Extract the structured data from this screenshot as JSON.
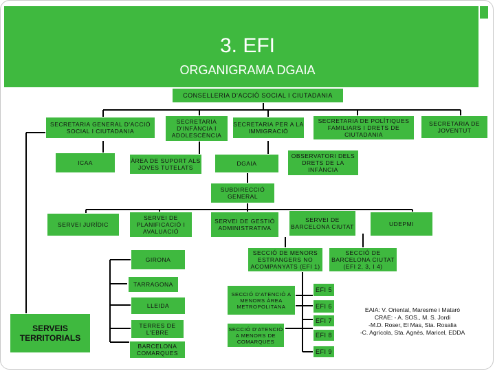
{
  "header": {
    "title": "3. EFI",
    "subtitle": "ORGANIGRAMA DGAIA"
  },
  "colors": {
    "accent": "#3fb93f",
    "line": "#000000"
  },
  "nodes": {
    "conselleria": "CONSELLERIA D'ACCIÓ SOCIAL I CIUTADANIA",
    "sec_general": "SECRETARIA GENERAL D'ACCIÓ SOCIAL I CIUTADANIA",
    "sec_infancia": "SECRETARIA D'INFÀNCIA I ADOLESCÈNCIA",
    "sec_immigracio": "SECRETARIA PER A LA IMMIGRACIÓ",
    "sec_politiques": "SECRETARIA DE POLÍTIQUES FAMILIARS I DRETS DE CIUTADANIA",
    "sec_joventut": "SECRETARIA DE JOVENTUT",
    "icaa": "ICAA",
    "area_suport": "ÀREA DE SUPORT ALS JOVES TUTELATS",
    "dgaia": "DGAIA",
    "observatori": "OBSERVATORI DELS DRETS DE LA INFÀNCIA",
    "subdireccio": "SUBDIRECCIÓ GENERAL",
    "servei_juridic": "SERVEI JURÍDIC",
    "servei_planificacio": "SERVEI DE PLANIFICACIÓ I AVALUACIÓ",
    "servei_gestio": "SERVEI DE GESTIÓ ADMINISTRATIVA",
    "servei_barcelona": "SERVEI DE BARCELONA CIUTAT",
    "udepmi": "UDEPMI",
    "girona": "GIRONA",
    "tarragona": "TARRAGONA",
    "lleida": "LLEIDA",
    "terres_ebre": "TERRES DE L'EBRE",
    "barcelona_comarques": "BARCELONA COMARQUES",
    "serveis_territorials": "SERVEIS TERRITORIALS",
    "seccio_menors_estrangers": "SECCIÓ DE MENORS ESTRANGERS NO ACOMPANYATS (EFI 1)",
    "seccio_barcelona_ciutat": "SECCIÓ DE BARCELONA CIUTAT (EFI 2, 3, I 4)",
    "seccio_atencio_metro": "SECCIÓ D'ATENCIÓ A MENORS ÀREA METROPOLITANA",
    "seccio_atencio_comarques": "SECCIÓ D'ATENCIÓ A MENORS DE COMARQUES",
    "efi5": "EFI 5",
    "efi6": "EFI 6",
    "efi7": "EFI 7",
    "efi8": "EFI 8",
    "efi9": "EFI 9"
  },
  "note": {
    "line1": "EAIA: V. Oriental, Maresme i Mataró",
    "line2": "CRAE: - A. SOS., M. S. Jordi",
    "line3": "-M.D. Roser, El Mas, Sta. Rosalia",
    "line4": "-C. Agrícola, Sta. Agnès, Maricel, EDDA"
  }
}
